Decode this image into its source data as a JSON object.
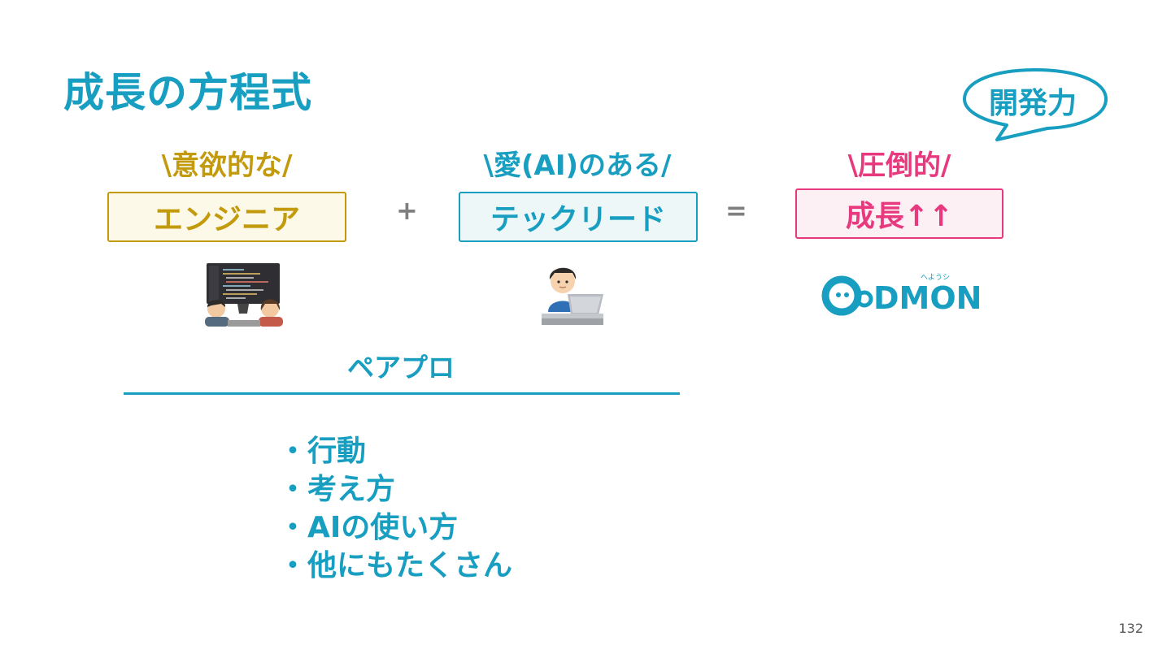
{
  "title": "成長の方程式",
  "bubble": "開発力",
  "terms": [
    {
      "label": "\\意欲的な/",
      "box": "エンジニア",
      "color": "#c29a0c",
      "bg": "#fdf9e8"
    },
    {
      "label": "\\愛(AI)のある/",
      "box": "テックリード",
      "color": "#179ec0",
      "bg": "#eef7f7"
    },
    {
      "label": "\\圧倒的/",
      "box": "成長↑↑",
      "color": "#e8397f",
      "bg": "#fdf0f5"
    }
  ],
  "operators": {
    "plus": "+",
    "equals": "="
  },
  "icons": {
    "engineers": "pair-programming-engineers-illustration",
    "techlead": "techlead-with-laptop-illustration",
    "logo": "codmon-logo"
  },
  "logo": {
    "text": "DMON",
    "tagline": "へようシ"
  },
  "pair_label": "ペアプロ",
  "bullets": [
    "・行動",
    "・考え方",
    "・AIの使い方",
    "・他にもたくさん"
  ],
  "page_number": "132"
}
